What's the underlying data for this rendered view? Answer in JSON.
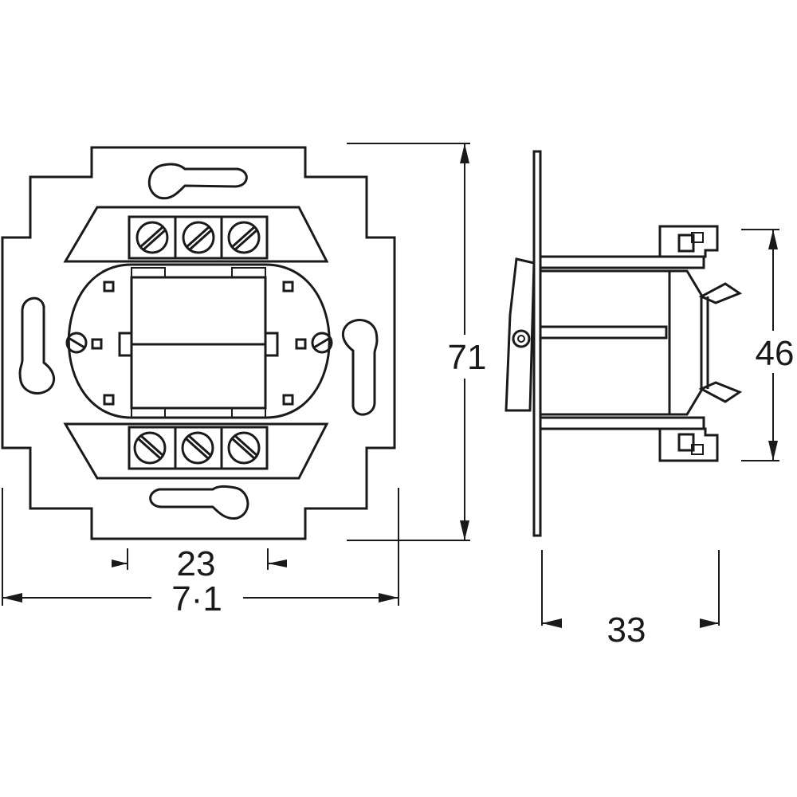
{
  "dimensions": {
    "front_width_inner": "23",
    "front_width_total": "7·1",
    "front_height": "71",
    "side_height": "46",
    "side_depth": "33"
  },
  "colors": {
    "line": "#1a1a1a",
    "background": "#ffffff"
  }
}
